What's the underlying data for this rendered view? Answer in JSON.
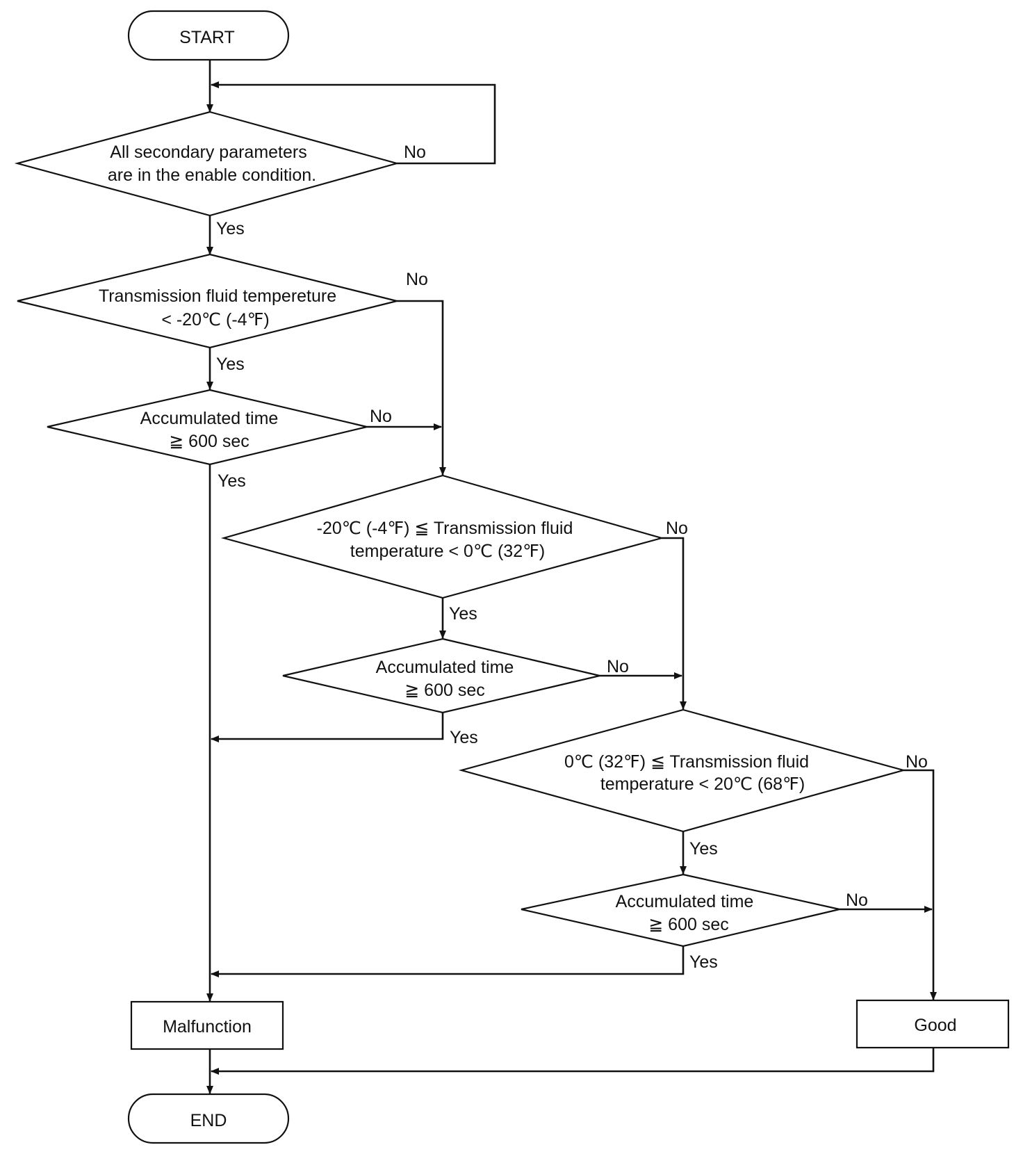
{
  "start": "START",
  "end": "END",
  "decision_1": {
    "line1": "All secondary parameters",
    "line2": "are in the enable condition."
  },
  "decision_2": {
    "line1": "Transmission fluid tempereture",
    "line2": "< -20℃ (-4℉)"
  },
  "decision_3": {
    "line1": "Accumulated time",
    "line2": "≧ 600 sec"
  },
  "decision_4": {
    "line1": "-20℃ (-4℉) ≦ Transmission fluid",
    "line2": "temperature < 0℃ (32℉)"
  },
  "decision_5": {
    "line1": "Accumulated time",
    "line2": "≧ 600 sec"
  },
  "decision_6": {
    "line1": "0℃ (32℉) ≦ Transmission fluid",
    "line2": "temperature < 20℃ (68℉)"
  },
  "decision_7": {
    "line1": "Accumulated time",
    "line2": "≧ 600 sec"
  },
  "result_malfunction": "Malfunction",
  "result_good": "Good",
  "labels": {
    "yes": "Yes",
    "no": "No"
  }
}
